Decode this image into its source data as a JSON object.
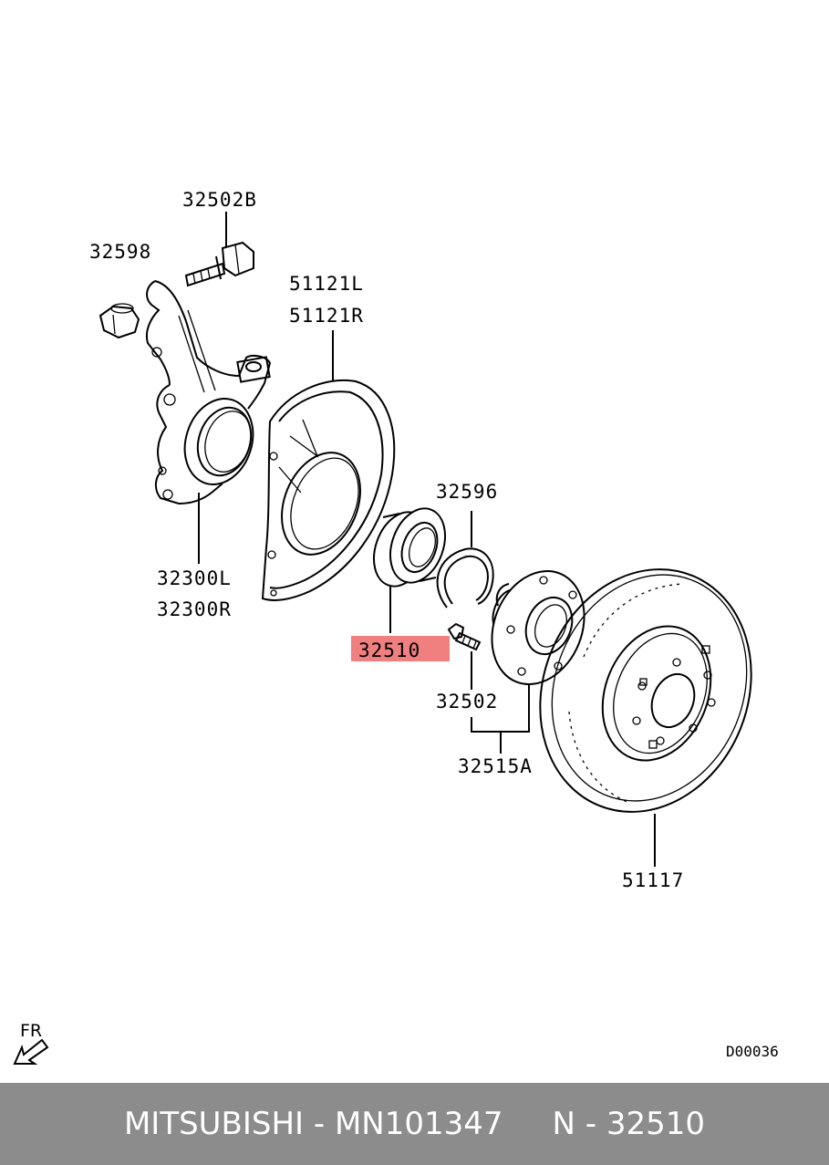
{
  "parts": {
    "p32502B": "32502B",
    "p32598": "32598",
    "p51121L": "51121L",
    "p51121R": "51121R",
    "p32300L": "32300L",
    "p32300R": "32300R",
    "p32596": "32596",
    "p32510": "32510",
    "p32502": "32502",
    "p32515A": "32515A",
    "p51117": "51117"
  },
  "highlight_color": "#f08080",
  "direction_label": "FR",
  "diagram_code": "D00036",
  "footer": {
    "text": "MITSUBISHI - MN101347     N - 32510"
  }
}
